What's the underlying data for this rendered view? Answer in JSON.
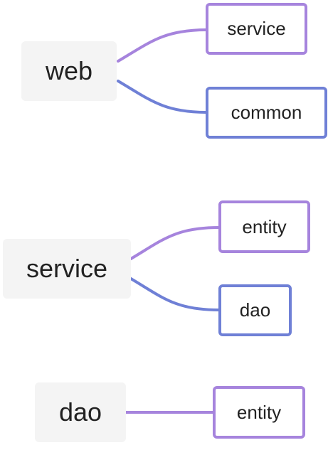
{
  "colors": {
    "purple": "#a684dd",
    "blue": "#6f80d6",
    "root_background": "#f4f4f4"
  },
  "groups": [
    {
      "root": "web",
      "children": [
        {
          "label": "service",
          "color": "purple"
        },
        {
          "label": "common",
          "color": "blue"
        }
      ]
    },
    {
      "root": "service",
      "children": [
        {
          "label": "entity",
          "color": "purple"
        },
        {
          "label": "dao",
          "color": "blue"
        }
      ]
    },
    {
      "root": "dao",
      "children": [
        {
          "label": "entity",
          "color": "purple"
        }
      ]
    }
  ]
}
